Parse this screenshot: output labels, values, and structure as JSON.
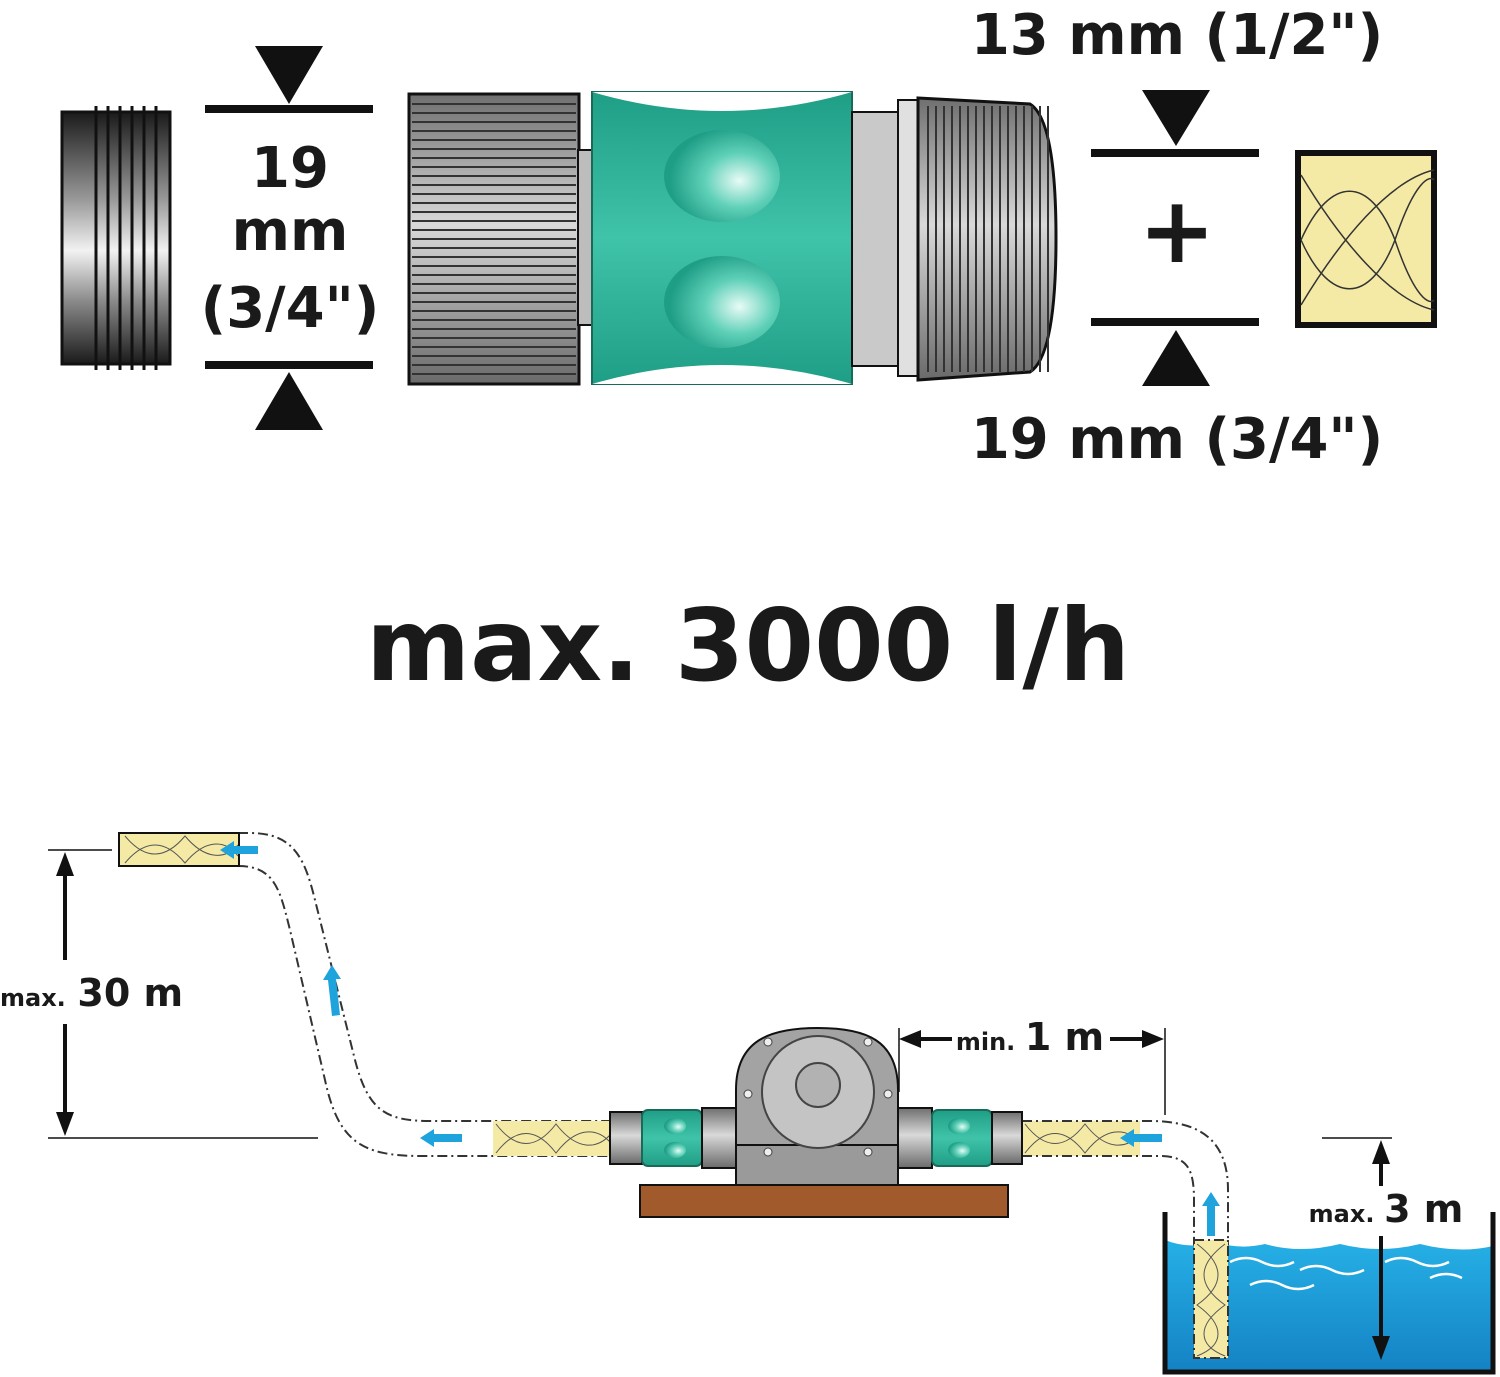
{
  "connector": {
    "thread_size": {
      "line1": "19",
      "line2": "mm",
      "line3": "(3/4\")"
    },
    "hose_upper": "13 mm (1/2\")",
    "hose_lower": "19 mm (3/4\")",
    "plus_sign": "+"
  },
  "flow_rate": "max. 3000 l/h",
  "installation": {
    "lift_height": {
      "prefix": "max.",
      "value": "30 m"
    },
    "min_distance": {
      "prefix": "min.",
      "value": "1 m"
    },
    "suction_depth": {
      "prefix": "max.",
      "value": "3 m"
    }
  },
  "colors": {
    "connector_teal": "#2fb39a",
    "hose_yellow": "#f4eaa6",
    "water_blue": "#1a9fd8",
    "flow_arrow_blue": "#1ea3dc",
    "base_brown": "#a05a2c",
    "grey_metal": "#9a9a9a"
  },
  "icons": [
    "threaded-fitting-icon",
    "quick-connector-icon",
    "hose-section-icon",
    "pump-icon",
    "flow-arrow-icon",
    "water-tank-icon"
  ]
}
